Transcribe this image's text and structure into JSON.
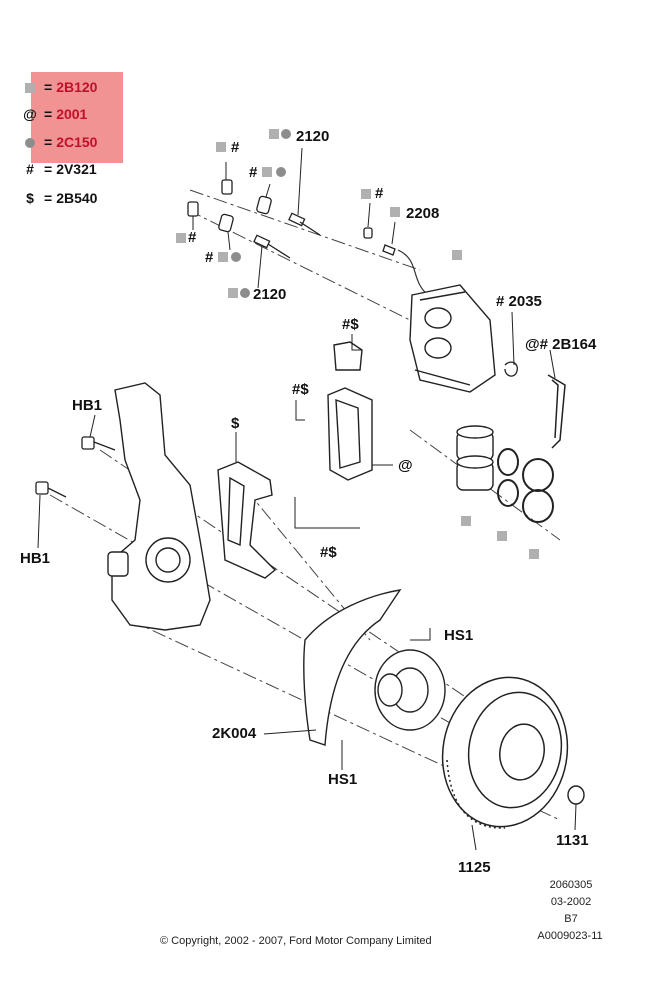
{
  "legend": [
    {
      "symbol": "square",
      "code": "2B120",
      "highlighted": true
    },
    {
      "symbol": "@",
      "code": "2001",
      "highlighted": true
    },
    {
      "symbol": "dot",
      "code": "2C150",
      "highlighted": true
    },
    {
      "symbol": "#",
      "code": "2V321",
      "highlighted": false
    },
    {
      "symbol": "$",
      "code": "2B540",
      "highlighted": false
    }
  ],
  "labels": {
    "p2120_top": "2120",
    "p2120_bottom": "2120",
    "p2208": "2208",
    "p2035": "2035",
    "p2B164": "2B164",
    "hb1_top": "HB1",
    "hb1_left": "HB1",
    "hs1_right": "HS1",
    "hs1_bottom": "HS1",
    "p2K004": "2K004",
    "p1125": "1125",
    "p1131": "1131",
    "hash": "#",
    "hash_dollar": "#$",
    "dollar": "$",
    "at": "@"
  },
  "reference": {
    "code1": "2060305",
    "date": "03-2002",
    "rev": "B7",
    "ref_id": "A0009023-11"
  },
  "footer": {
    "copyright": "© Copyright, 2002 - 2007, Ford Motor Company Limited"
  },
  "colors": {
    "highlight": "#f08a8a",
    "highlight_text": "#c0102a",
    "marker_gray": "#b0b0b0"
  }
}
